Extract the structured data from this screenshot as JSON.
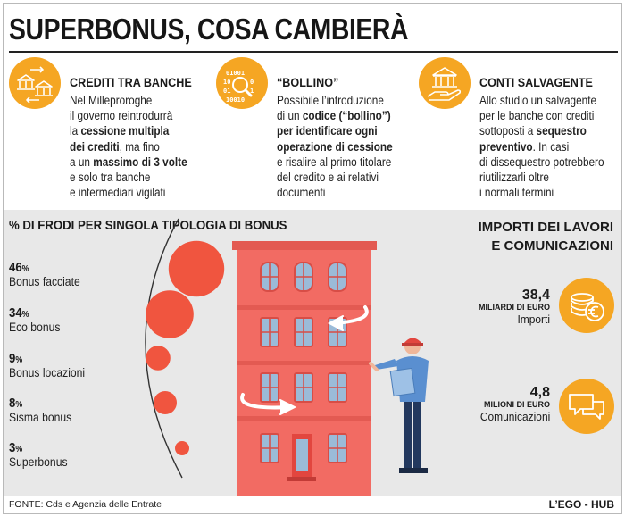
{
  "title": "SUPERBONUS, COSA CAMBIERÀ",
  "columns": [
    {
      "icon": "bank-transfer-icon",
      "heading": "CREDITI TRA BANCHE",
      "lines": [
        [
          {
            "t": "Nel Milleproroghe",
            "b": false
          }
        ],
        [
          {
            "t": "il governo reintrodurrà",
            "b": false
          }
        ],
        [
          {
            "t": "la ",
            "b": false
          },
          {
            "t": "cessione multipla",
            "b": true
          }
        ],
        [
          {
            "t": "dei crediti",
            "b": true
          },
          {
            "t": ", ma fino",
            "b": false
          }
        ],
        [
          {
            "t": "a un ",
            "b": false
          },
          {
            "t": "massimo di 3 volte",
            "b": true
          }
        ],
        [
          {
            "t": "e solo tra banche",
            "b": false
          }
        ],
        [
          {
            "t": "e intermediari vigilati",
            "b": false
          }
        ]
      ]
    },
    {
      "icon": "binary-code-magnifier-icon",
      "heading": "“BOLLINO”",
      "lines": [
        [
          {
            "t": "Possibile l’introduzione",
            "b": false
          }
        ],
        [
          {
            "t": "di un ",
            "b": false
          },
          {
            "t": "codice (“bollino”)",
            "b": true
          }
        ],
        [
          {
            "t": "per identificare ogni",
            "b": true
          }
        ],
        [
          {
            "t": "operazione di cessione",
            "b": true
          }
        ],
        [
          {
            "t": "e risalire al primo titolare",
            "b": false
          }
        ],
        [
          {
            "t": "del credito e ai relativi",
            "b": false
          }
        ],
        [
          {
            "t": "documenti",
            "b": false
          }
        ]
      ]
    },
    {
      "icon": "bank-hand-icon",
      "heading": "CONTI SALVAGENTE",
      "lines": [
        [
          {
            "t": "Allo studio un salvagente",
            "b": false
          }
        ],
        [
          {
            "t": "per le banche con crediti",
            "b": false
          }
        ],
        [
          {
            "t": "sottoposti a ",
            "b": false
          },
          {
            "t": "sequestro",
            "b": true
          }
        ],
        [
          {
            "t": "preventivo",
            "b": true
          },
          {
            "t": ". In casi",
            "b": false
          }
        ],
        [
          {
            "t": "di dissequestro potrebbero",
            "b": false
          }
        ],
        [
          {
            "t": "riutilizzarli oltre",
            "b": false
          }
        ],
        [
          {
            "t": "i normali termini",
            "b": false
          }
        ]
      ]
    }
  ],
  "frodi": {
    "title": "% DI FRODI PER SINGOLA TIPOLOGIA DI BONUS",
    "percent_sign": "%",
    "items": [
      {
        "value": 46,
        "label": "Bonus facciate"
      },
      {
        "value": 34,
        "label": "Eco bonus"
      },
      {
        "value": 9,
        "label": "Bonus locazioni"
      },
      {
        "value": 8,
        "label": "Sisma bonus"
      },
      {
        "value": 3,
        "label": "Superbonus"
      }
    ]
  },
  "importi": {
    "title_line1": "IMPORTI DEI LAVORI",
    "title_line2": "E COMUNICAZIONI",
    "items": [
      {
        "value": "38,4",
        "unit": "MILIARDI DI EURO",
        "caption": "Importi",
        "icon": "euro-coins-icon"
      },
      {
        "value": "4,8",
        "unit": "MILIONI DI EURO",
        "caption": "Comunicazioni",
        "icon": "chat-bubbles-icon"
      }
    ]
  },
  "footer": {
    "source": "FONTE: Cds e Agenzia delle Entrate",
    "brand": "L’EGO - HUB"
  },
  "colors": {
    "accent": "#f5a623",
    "bubble": "#f0553f",
    "building": "#f26b63",
    "grey_band": "#e8e8e8"
  }
}
